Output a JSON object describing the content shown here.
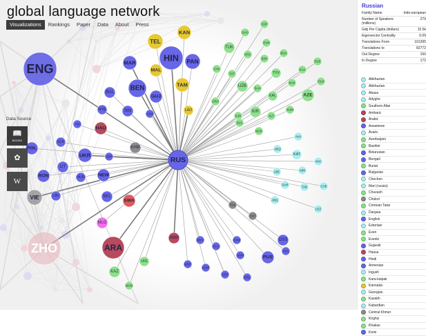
{
  "app": {
    "title": "global language network",
    "nav": [
      "Visualizations",
      "Rankings",
      "Paper",
      "Data",
      "About",
      "Press"
    ],
    "data_source_label": "Data Source",
    "data_sources": [
      {
        "icon": "book-icon",
        "label": "BOOKS",
        "active": true
      },
      {
        "icon": "twitter-icon",
        "label": "",
        "active": false
      },
      {
        "icon": "wikipedia-icon",
        "label": "",
        "active": false
      }
    ]
  },
  "colors": {
    "indo_european": "#6666e6",
    "turkic": "#8ee08e",
    "dravidian": "#e6c830",
    "afro_asiatic": "#b84a5e",
    "austronesian": "#cfcfcf",
    "uralic": "#a8eef0",
    "grey": "#8c8c8c",
    "kartvelian": "#f070f0",
    "red": "#e05a5a",
    "center": "#6666e6"
  },
  "selected": {
    "name": "Russian",
    "stats": [
      {
        "label": "Family Name",
        "value": "Indo-european"
      },
      {
        "label": "Number of Speakers (millions)",
        "value": "279"
      },
      {
        "label": "Gdp Per Capita (dollars)",
        "value": "15.5k"
      },
      {
        "label": "Eigenvector Centrality",
        "value": "0.09"
      },
      {
        "label": "Translations From",
        "value": "101395"
      },
      {
        "label": "Translations to",
        "value": "82772"
      },
      {
        "label": "Out Degree",
        "value": "150"
      },
      {
        "label": "In Degree",
        "value": "172"
      }
    ]
  },
  "language_list": [
    {
      "name": "Abkhazian",
      "color": "#a8eef0"
    },
    {
      "name": "Abkhazian",
      "color": "#a8eef0"
    },
    {
      "name": "Abaza",
      "color": "#a8eef0"
    },
    {
      "name": "Adyghe",
      "color": "#a8eef0"
    },
    {
      "name": "Southern Altai",
      "color": "#8ee08e"
    },
    {
      "name": "Amharic",
      "color": "#b84a5e"
    },
    {
      "name": "Arabic",
      "color": "#b84a5e"
    },
    {
      "name": "Assamese",
      "color": "#6666e6"
    },
    {
      "name": "Avaric",
      "color": "#a8eef0"
    },
    {
      "name": "Azerbaijani",
      "color": "#8ee08e"
    },
    {
      "name": "Bashkir",
      "color": "#8ee08e"
    },
    {
      "name": "Belarusian",
      "color": "#6666e6"
    },
    {
      "name": "Bengali",
      "color": "#6666e6"
    },
    {
      "name": "Buriat",
      "color": "#8ee08e"
    },
    {
      "name": "Bulgarian",
      "color": "#6666e6"
    },
    {
      "name": "Chechen",
      "color": "#a8eef0"
    },
    {
      "name": "Mari (russia)",
      "color": "#a8eef0"
    },
    {
      "name": "Chuvash",
      "color": "#8ee08e"
    },
    {
      "name": "Chukot",
      "color": "#8c8c8c"
    },
    {
      "name": "Crimean Tatar",
      "color": "#8ee08e"
    },
    {
      "name": "Dargwa",
      "color": "#a8eef0"
    },
    {
      "name": "English",
      "color": "#6666e6"
    },
    {
      "name": "Estonian",
      "color": "#a8eef0"
    },
    {
      "name": "Even",
      "color": "#8ee08e"
    },
    {
      "name": "Evenki",
      "color": "#8ee08e"
    },
    {
      "name": "Gujarati",
      "color": "#6666e6"
    },
    {
      "name": "Hausa",
      "color": "#b84a5e"
    },
    {
      "name": "Hindi",
      "color": "#6666e6"
    },
    {
      "name": "Armenian",
      "color": "#6666e6"
    },
    {
      "name": "Ingush",
      "color": "#a8eef0"
    },
    {
      "name": "Kara-kalpak",
      "color": "#8ee08e"
    },
    {
      "name": "Kannada",
      "color": "#e6c830"
    },
    {
      "name": "Georgian",
      "color": "#a8eef0"
    },
    {
      "name": "Kazakh",
      "color": "#8ee08e"
    },
    {
      "name": "Kabardian",
      "color": "#a8eef0"
    },
    {
      "name": "Central Khmer",
      "color": "#8c8c8c"
    },
    {
      "name": "Kirghiz",
      "color": "#8ee08e"
    },
    {
      "name": "Khakas",
      "color": "#8ee08e"
    },
    {
      "name": "Komi",
      "color": "#6666e6"
    }
  ],
  "network": {
    "center": "RUS",
    "nodes": [
      {
        "code": "ENG",
        "family": "indo_european"
      },
      {
        "code": "HIN",
        "family": "indo_european"
      },
      {
        "code": "TEL",
        "family": "dravidian"
      },
      {
        "code": "KAN",
        "family": "dravidian"
      },
      {
        "code": "MAR",
        "family": "indo_european"
      },
      {
        "code": "PAN",
        "family": "indo_european"
      },
      {
        "code": "MAL",
        "family": "dravidian"
      },
      {
        "code": "BEN",
        "family": "indo_european"
      },
      {
        "code": "TAM",
        "family": "dravidian"
      },
      {
        "code": "GUJ",
        "family": "indo_european"
      },
      {
        "code": "BUL",
        "family": "indo_european"
      },
      {
        "code": "HYE",
        "family": "indo_european"
      },
      {
        "code": "SIN",
        "family": "indo_european"
      },
      {
        "code": "ASM",
        "family": "indo_european"
      },
      {
        "code": "LAO",
        "family": "dravidian"
      },
      {
        "code": "TUK",
        "family": "turkic"
      },
      {
        "code": "OJP",
        "family": "turkic"
      },
      {
        "code": "GAG",
        "family": "turkic"
      },
      {
        "code": "EVN",
        "family": "turkic"
      },
      {
        "code": "KRC",
        "family": "turkic"
      },
      {
        "code": "BJH",
        "family": "turkic"
      },
      {
        "code": "BUA",
        "family": "turkic"
      },
      {
        "code": "CHV",
        "family": "turkic"
      },
      {
        "code": "TAT",
        "family": "turkic"
      },
      {
        "code": "TYV",
        "family": "turkic"
      },
      {
        "code": "KAA",
        "family": "turkic"
      },
      {
        "code": "EVE",
        "family": "turkic"
      },
      {
        "code": "UZB",
        "family": "turkic"
      },
      {
        "code": "SAH",
        "family": "turkic"
      },
      {
        "code": "BAK",
        "family": "turkic"
      },
      {
        "code": "OLD",
        "family": "turkic"
      },
      {
        "code": "CRH",
        "family": "turkic"
      },
      {
        "code": "KAL",
        "family": "turkic"
      },
      {
        "code": "AZE",
        "family": "turkic"
      },
      {
        "code": "KIR",
        "family": "turkic"
      },
      {
        "code": "ALT",
        "family": "turkic"
      },
      {
        "code": "KUM",
        "family": "turkic"
      },
      {
        "code": "KJH",
        "family": "turkic"
      },
      {
        "code": "NOG",
        "family": "turkic"
      },
      {
        "code": "DLG",
        "family": "turkic"
      },
      {
        "code": "HAU",
        "family": "afro_asiatic"
      },
      {
        "code": "YID",
        "family": "indo_european"
      },
      {
        "code": "SLK",
        "family": "indo_european"
      },
      {
        "code": "POL",
        "family": "indo_european"
      },
      {
        "code": "KHM",
        "family": "grey"
      },
      {
        "code": "UKR",
        "family": "indo_european"
      },
      {
        "code": "SRP",
        "family": "indo_european"
      },
      {
        "code": "LIT",
        "family": "indo_european"
      },
      {
        "code": "HUN",
        "family": "indo_european"
      },
      {
        "code": "RON",
        "family": "indo_european"
      },
      {
        "code": "NEW",
        "family": "indo_european"
      },
      {
        "code": "LAV",
        "family": "indo_european"
      },
      {
        "code": "BEL",
        "family": "indo_european"
      },
      {
        "code": "SWA",
        "family": "red"
      },
      {
        "code": "VIE",
        "family": "grey"
      },
      {
        "code": "MLG",
        "family": "kartvelian"
      },
      {
        "code": "ZHO",
        "family": "afro_asiatic"
      },
      {
        "code": "ARA",
        "family": "afro_asiatic"
      },
      {
        "code": "AMH",
        "family": "afro_asiatic"
      },
      {
        "code": "KAZ",
        "family": "turkic"
      },
      {
        "code": "UIG",
        "family": "turkic"
      },
      {
        "code": "MON",
        "family": "turkic"
      },
      {
        "code": "AVA",
        "family": "uralic"
      },
      {
        "code": "ABQ",
        "family": "uralic"
      },
      {
        "code": "KAT",
        "family": "uralic"
      },
      {
        "code": "INH",
        "family": "uralic"
      },
      {
        "code": "ABK",
        "family": "uralic"
      },
      {
        "code": "LBE",
        "family": "uralic"
      },
      {
        "code": "DAR",
        "family": "uralic"
      },
      {
        "code": "TAB",
        "family": "uralic"
      },
      {
        "code": "CHE",
        "family": "uralic"
      },
      {
        "code": "ABQ",
        "family": "uralic"
      },
      {
        "code": "LEZ",
        "family": "uralic"
      },
      {
        "code": "TOC",
        "family": "grey"
      },
      {
        "code": "CKT",
        "family": "grey"
      },
      {
        "code": "OSS",
        "family": "indo_european"
      },
      {
        "code": "MYV",
        "family": "indo_european"
      },
      {
        "code": "KCA",
        "family": "indo_european"
      },
      {
        "code": "CHM",
        "family": "indo_european"
      },
      {
        "code": "UDM",
        "family": "indo_european"
      },
      {
        "code": "KOI",
        "family": "indo_european"
      },
      {
        "code": "MDF",
        "family": "indo_european"
      },
      {
        "code": "KOM",
        "family": "indo_european"
      },
      {
        "code": "VEP",
        "family": "indo_european"
      },
      {
        "code": "PUS",
        "family": "indo_european"
      },
      {
        "code": "ERR",
        "family": "indo_european"
      },
      {
        "code": "KRL",
        "family": "indo_european"
      },
      {
        "code": "VEP",
        "family": "indo_european"
      }
    ]
  }
}
